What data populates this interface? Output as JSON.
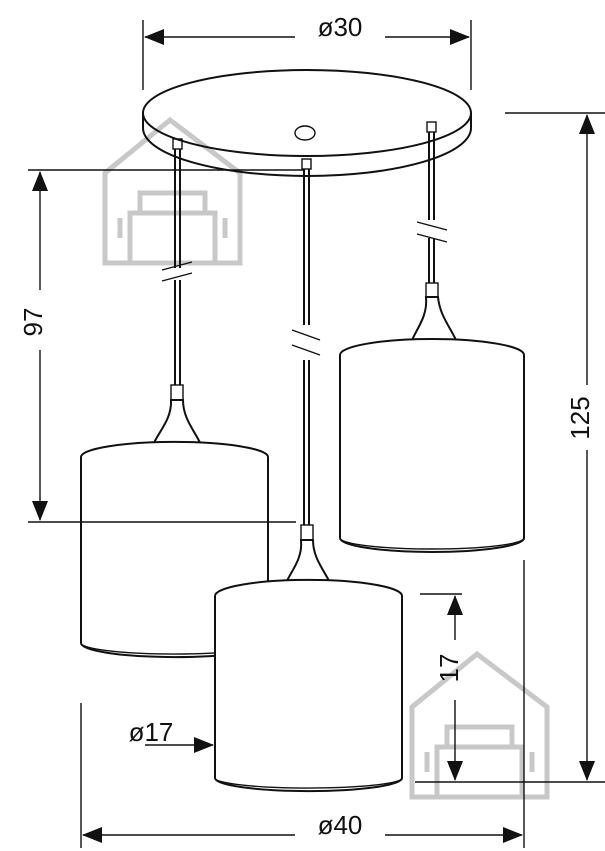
{
  "dimensions": {
    "canopy_diameter": "ø30",
    "total_diameter": "ø40",
    "shade_diameter": "ø17",
    "shade_height": "17",
    "lamp_drop": "97",
    "total_height": "125"
  },
  "watermark": {
    "icon": "house-sofa-icon"
  },
  "colors": {
    "line": "#111111",
    "watermark": "#c8c8c8",
    "background": "#ffffff"
  }
}
